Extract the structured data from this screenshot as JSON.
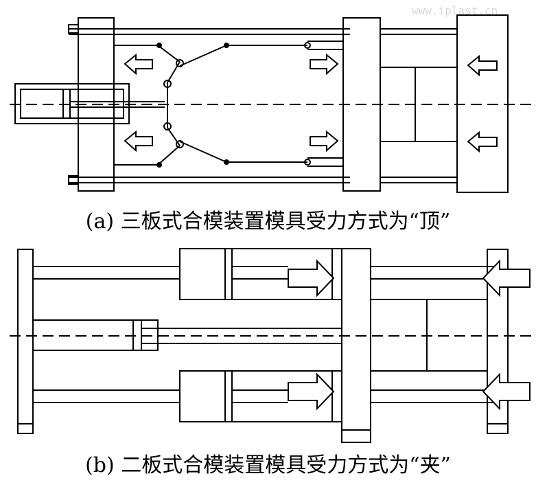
{
  "captions": {
    "a": "(a) 三板式合模装置模具受力方式为“顶”",
    "b": "(b) 二板式合模装置模具受力方式为“夹”"
  },
  "watermark": "www.iplast.cn",
  "colors": {
    "stroke": "#000000",
    "background": "#ffffff"
  }
}
